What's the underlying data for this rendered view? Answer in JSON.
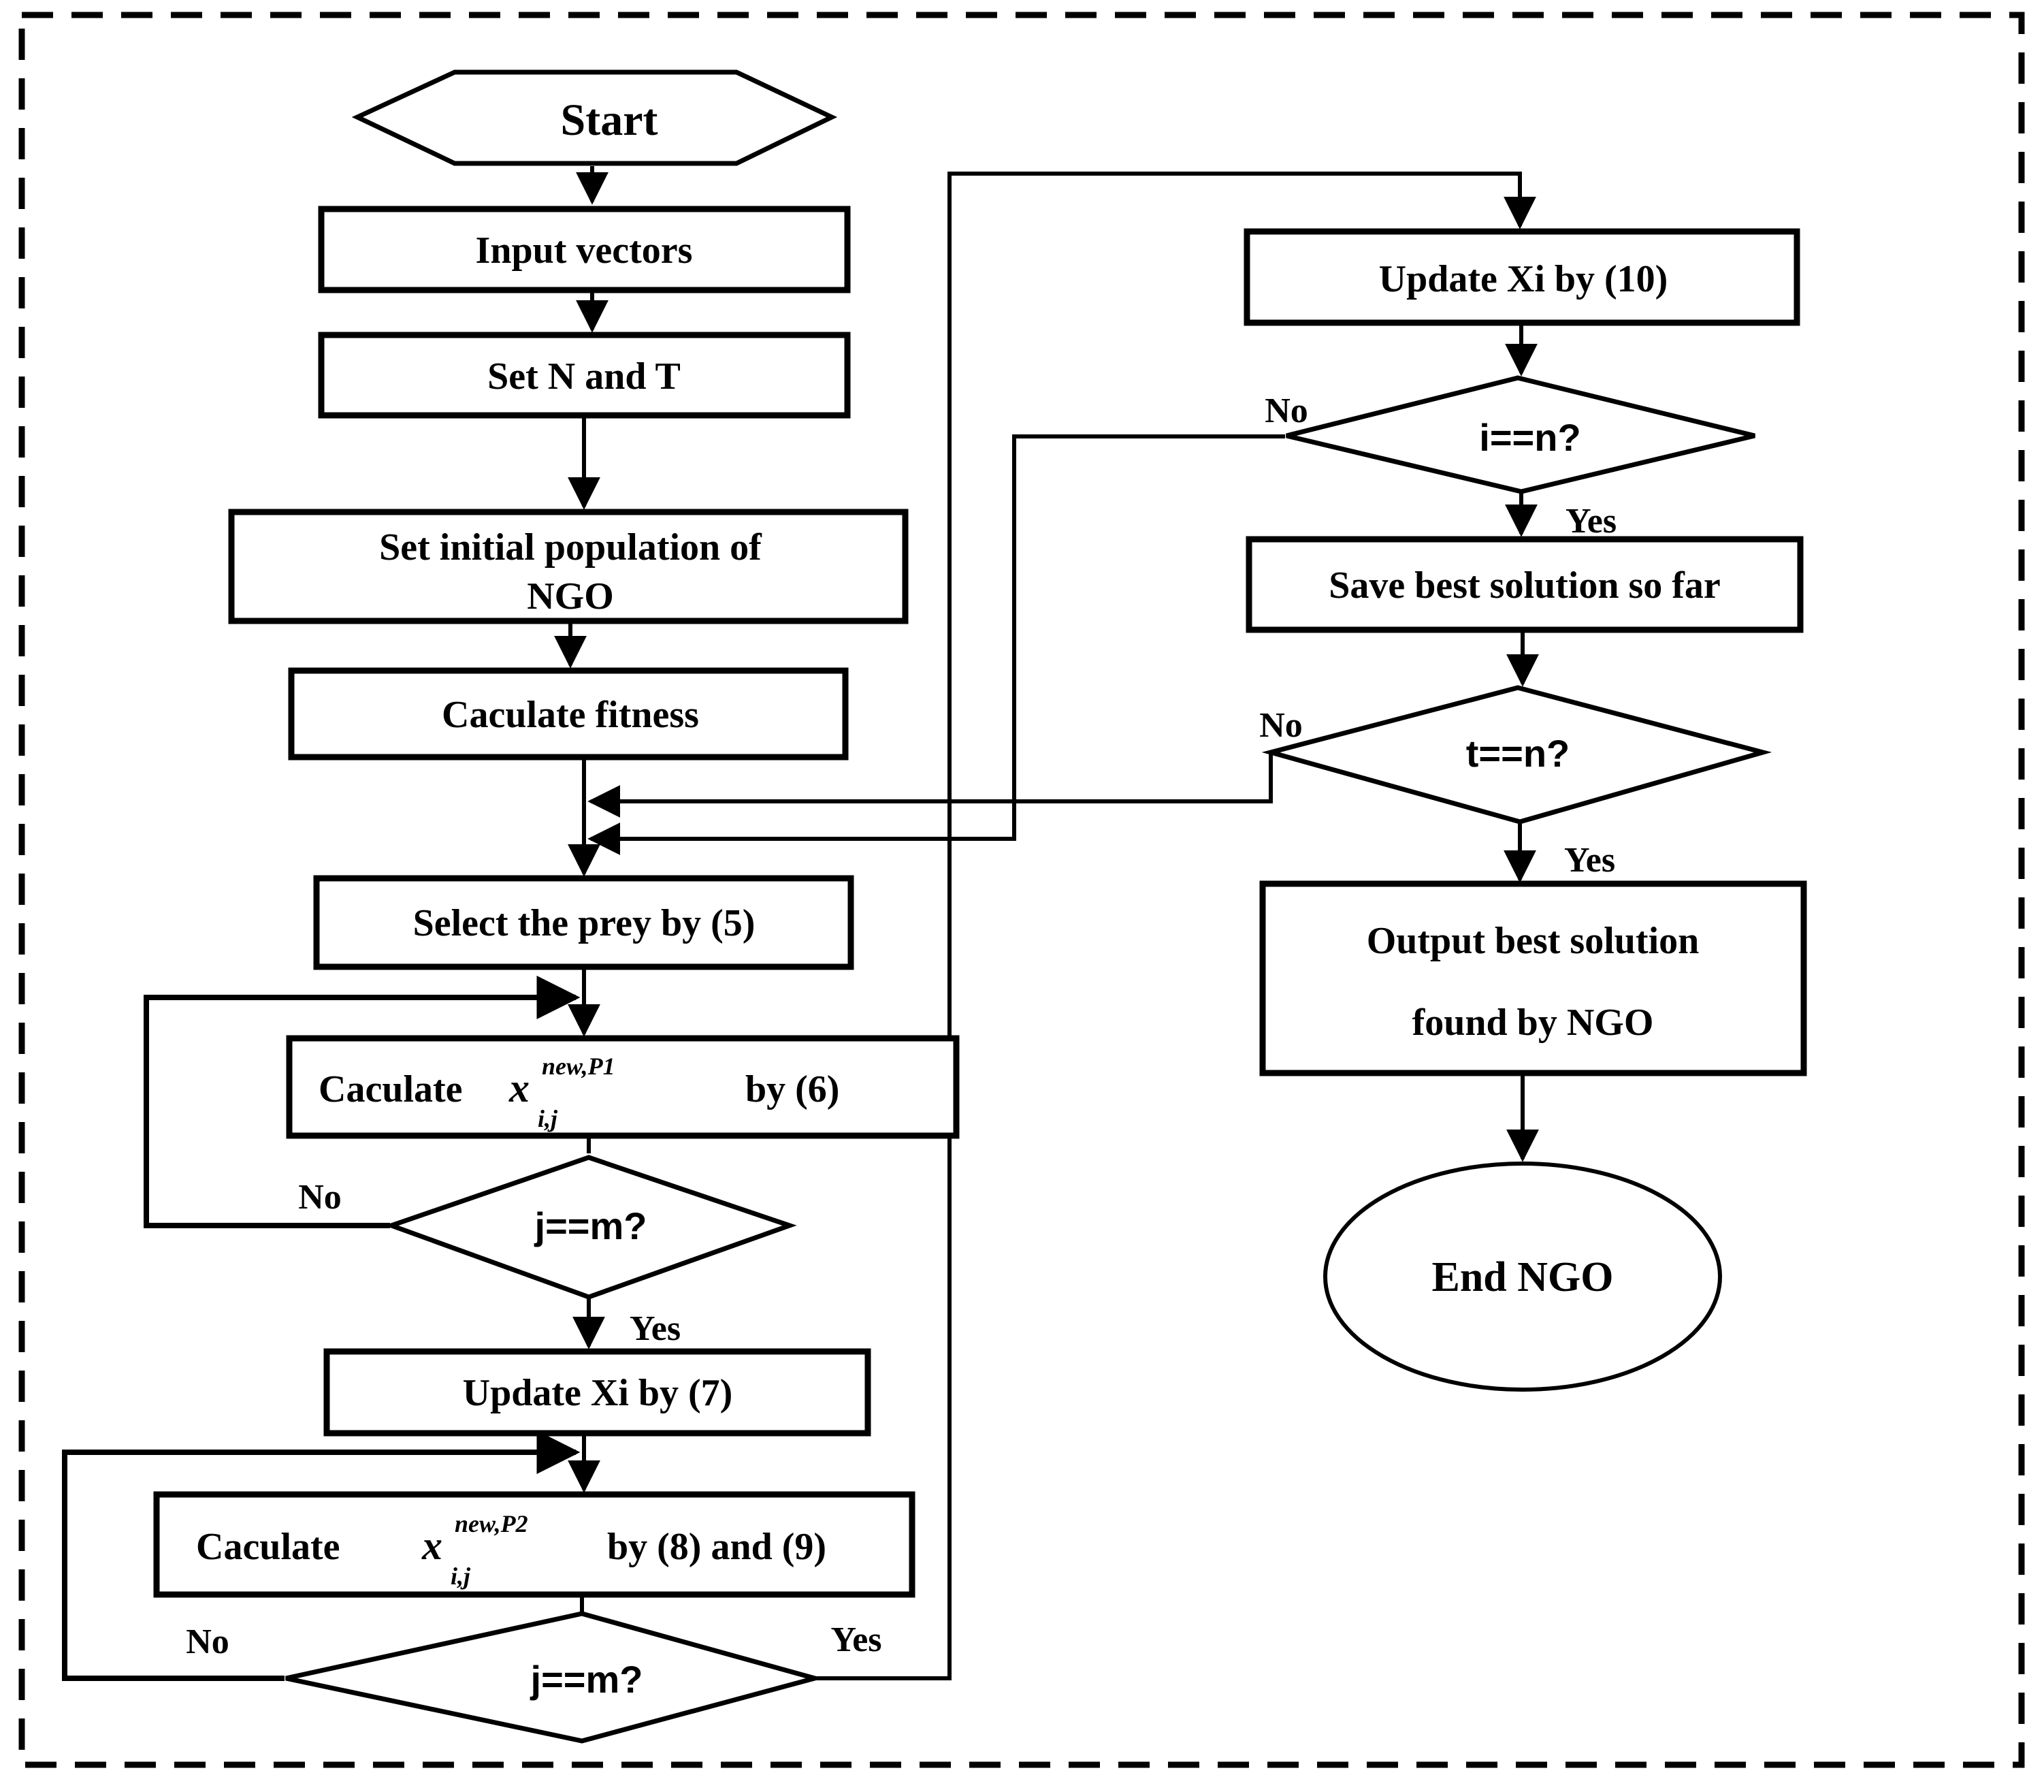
{
  "figure": {
    "title": "NGO algorithm flowchart",
    "background_color": "#ffffff",
    "line_color": "#000000"
  },
  "nodes": {
    "start": {
      "label": "Start",
      "type": "hexagon"
    },
    "input_vectors": {
      "label": "Input vectors",
      "type": "process"
    },
    "set_n_t": {
      "label": "Set N and T",
      "type": "process"
    },
    "set_initial_population": {
      "line1": "Set initial population of",
      "line2": "NGO",
      "type": "process"
    },
    "calculate_fitness": {
      "label": "Caculate fitness",
      "type": "process"
    },
    "select_prey": {
      "label": "Select the prey by (5)",
      "type": "process"
    },
    "calc_p1": {
      "prefix": "Caculate",
      "var": "x",
      "sup": "new,P1",
      "sub": "i,j",
      "suffix": "by (6)",
      "type": "process"
    },
    "decision_jm1": {
      "label": "j==m?",
      "type": "decision"
    },
    "update_xi_7": {
      "label": "Update Xi  by (7)",
      "type": "process"
    },
    "calc_p2": {
      "prefix": "Caculate",
      "var": "x",
      "sup": "new,P2",
      "sub": "i,j",
      "suffix": "by (8) and (9)",
      "type": "process"
    },
    "decision_jm2": {
      "label": "j==m?",
      "type": "decision"
    },
    "update_xi_10": {
      "label": "Update Xi  by (10)",
      "type": "process"
    },
    "decision_in": {
      "label": "i==n?",
      "type": "decision"
    },
    "save_best": {
      "label": "Save best solution so far",
      "type": "process"
    },
    "decision_tn": {
      "label": "t==n?",
      "type": "decision"
    },
    "output_best": {
      "line1": "Output best solution",
      "line2": "found by NGO",
      "type": "process"
    },
    "end_ngo": {
      "label": "End NGO",
      "type": "terminator"
    }
  },
  "edge_labels": {
    "jm1_no": "No",
    "jm1_yes": "Yes",
    "jm2_no": "No",
    "jm2_yes": "Yes",
    "in_no": "No",
    "in_yes": "Yes",
    "tn_no": "No",
    "tn_yes": "Yes"
  }
}
